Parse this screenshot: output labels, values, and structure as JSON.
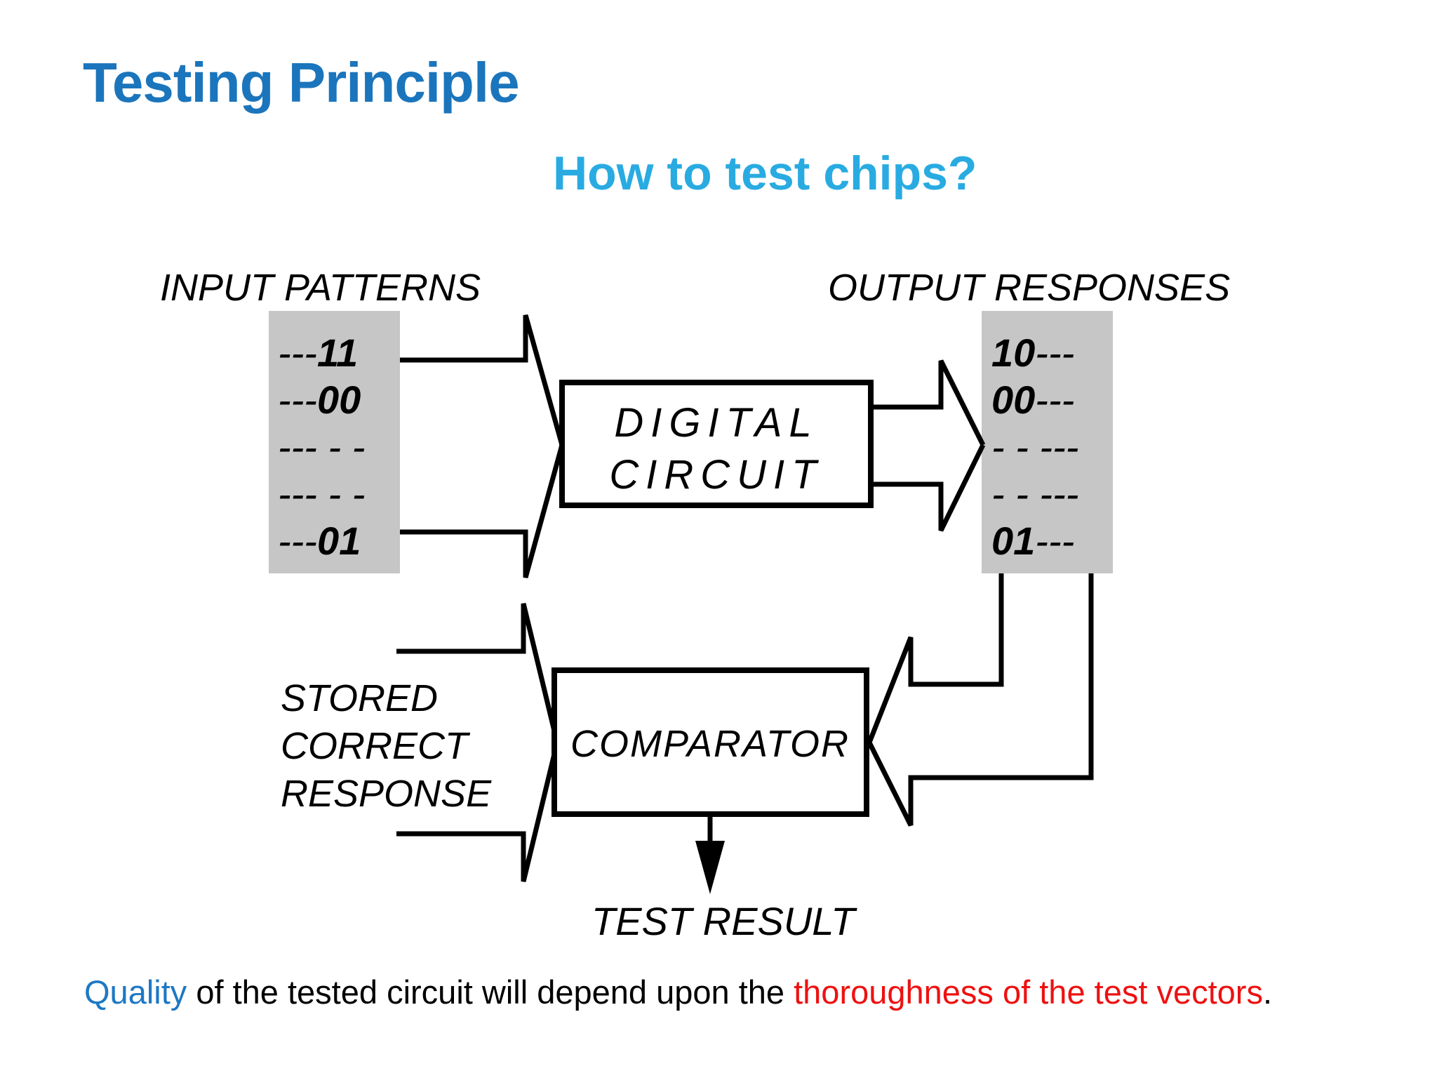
{
  "slide": {
    "title": "Testing Principle",
    "subtitle": "How to test chips?",
    "footer": {
      "part1": "Quality",
      "part2": " of the tested circuit will depend upon the ",
      "part3": "thoroughness of the test vectors",
      "part4": "."
    },
    "colors": {
      "title_blue": "#1B75BC",
      "subtitle_blue": "#29ABE2",
      "footer_blue": "#1E78C4",
      "footer_red": "#EE1111",
      "pattern_box_gray": "#C6C6C6",
      "diagram_stroke": "#000000"
    }
  },
  "diagram": {
    "input_label": "INPUT PATTERNS",
    "output_label": "OUTPUT RESPONSES",
    "input_rows": [
      {
        "pre": "---",
        "num": "11",
        "post": ""
      },
      {
        "pre": "---",
        "num": "00",
        "post": ""
      },
      {
        "pre": "--- - -",
        "num": "",
        "post": ""
      },
      {
        "pre": "--- - -",
        "num": "",
        "post": ""
      },
      {
        "pre": "---",
        "num": "01",
        "post": ""
      }
    ],
    "output_rows": [
      {
        "pre": "",
        "num": "10",
        "post": "---"
      },
      {
        "pre": "",
        "num": "00",
        "post": "---"
      },
      {
        "pre": "- - ---",
        "num": "",
        "post": ""
      },
      {
        "pre": "- - ---",
        "num": "",
        "post": ""
      },
      {
        "pre": "",
        "num": "01",
        "post": "---"
      }
    ],
    "digital_circuit": {
      "line1": "DIGITAL",
      "line2": "CIRCUIT"
    },
    "comparator_label": "COMPARATOR",
    "stored_label": {
      "line1": "STORED",
      "line2": "CORRECT",
      "line3": "RESPONSE"
    },
    "test_result_label": "TEST RESULT"
  }
}
